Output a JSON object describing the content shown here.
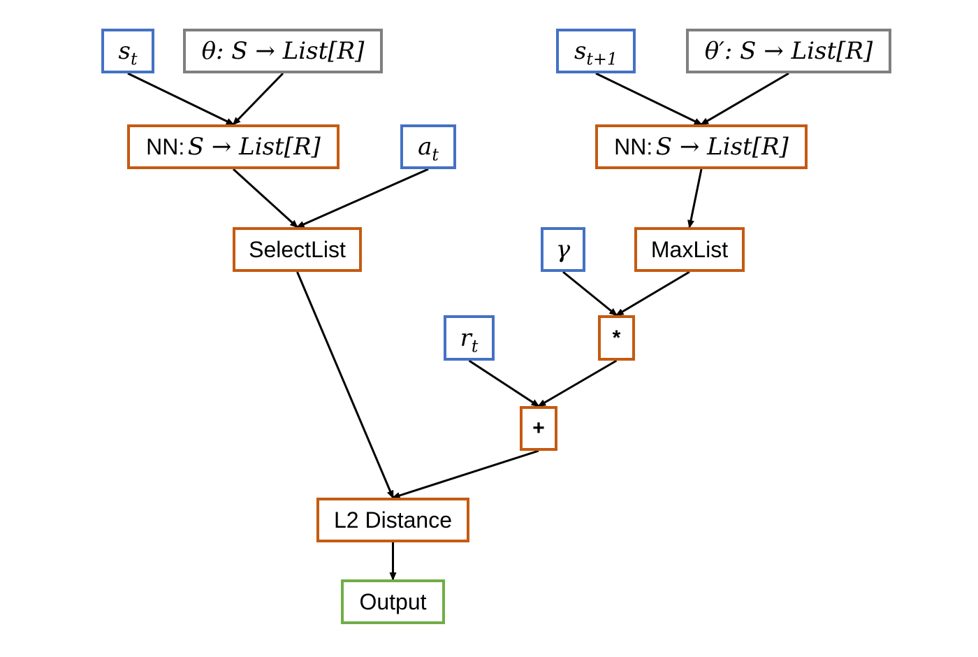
{
  "nodes": {
    "s_t": {
      "main": "s",
      "sub": "t",
      "role": "input"
    },
    "theta": {
      "text": "θ: S → List[R]",
      "role": "parameter"
    },
    "s_t1": {
      "main": "s",
      "sub": "t+1",
      "role": "input"
    },
    "theta_prime": {
      "text": "θ′: S → List[R]",
      "role": "parameter"
    },
    "nn_left": {
      "prefix": "NN: ",
      "expr": "S → List[R]",
      "role": "operation"
    },
    "a_t": {
      "main": "a",
      "sub": "t",
      "role": "input"
    },
    "nn_right": {
      "prefix": "NN: ",
      "expr": "S → List[R]",
      "role": "operation"
    },
    "select_list": {
      "text": "SelectList",
      "role": "operation"
    },
    "gamma": {
      "text": "γ",
      "role": "input"
    },
    "max_list": {
      "text": "MaxList",
      "role": "operation"
    },
    "multiply": {
      "text": "*",
      "role": "operation"
    },
    "r_t": {
      "main": "r",
      "sub": "t",
      "role": "input"
    },
    "add": {
      "text": "+",
      "role": "operation"
    },
    "l2_distance": {
      "text": "L2 Distance",
      "role": "operation"
    },
    "output": {
      "text": "Output",
      "role": "output"
    }
  },
  "edges": [
    [
      "s_t",
      "nn_left"
    ],
    [
      "theta",
      "nn_left"
    ],
    [
      "nn_left",
      "select_list"
    ],
    [
      "a_t",
      "select_list"
    ],
    [
      "s_t1",
      "nn_right"
    ],
    [
      "theta_prime",
      "nn_right"
    ],
    [
      "nn_right",
      "max_list"
    ],
    [
      "gamma",
      "multiply"
    ],
    [
      "max_list",
      "multiply"
    ],
    [
      "r_t",
      "add"
    ],
    [
      "multiply",
      "add"
    ],
    [
      "select_list",
      "l2_distance"
    ],
    [
      "add",
      "l2_distance"
    ],
    [
      "l2_distance",
      "output"
    ]
  ],
  "colors": {
    "input": "#4472C4",
    "parameter": "#7F7F7F",
    "operation": "#C55A11",
    "output": "#70AD47",
    "edge": "#000000"
  }
}
